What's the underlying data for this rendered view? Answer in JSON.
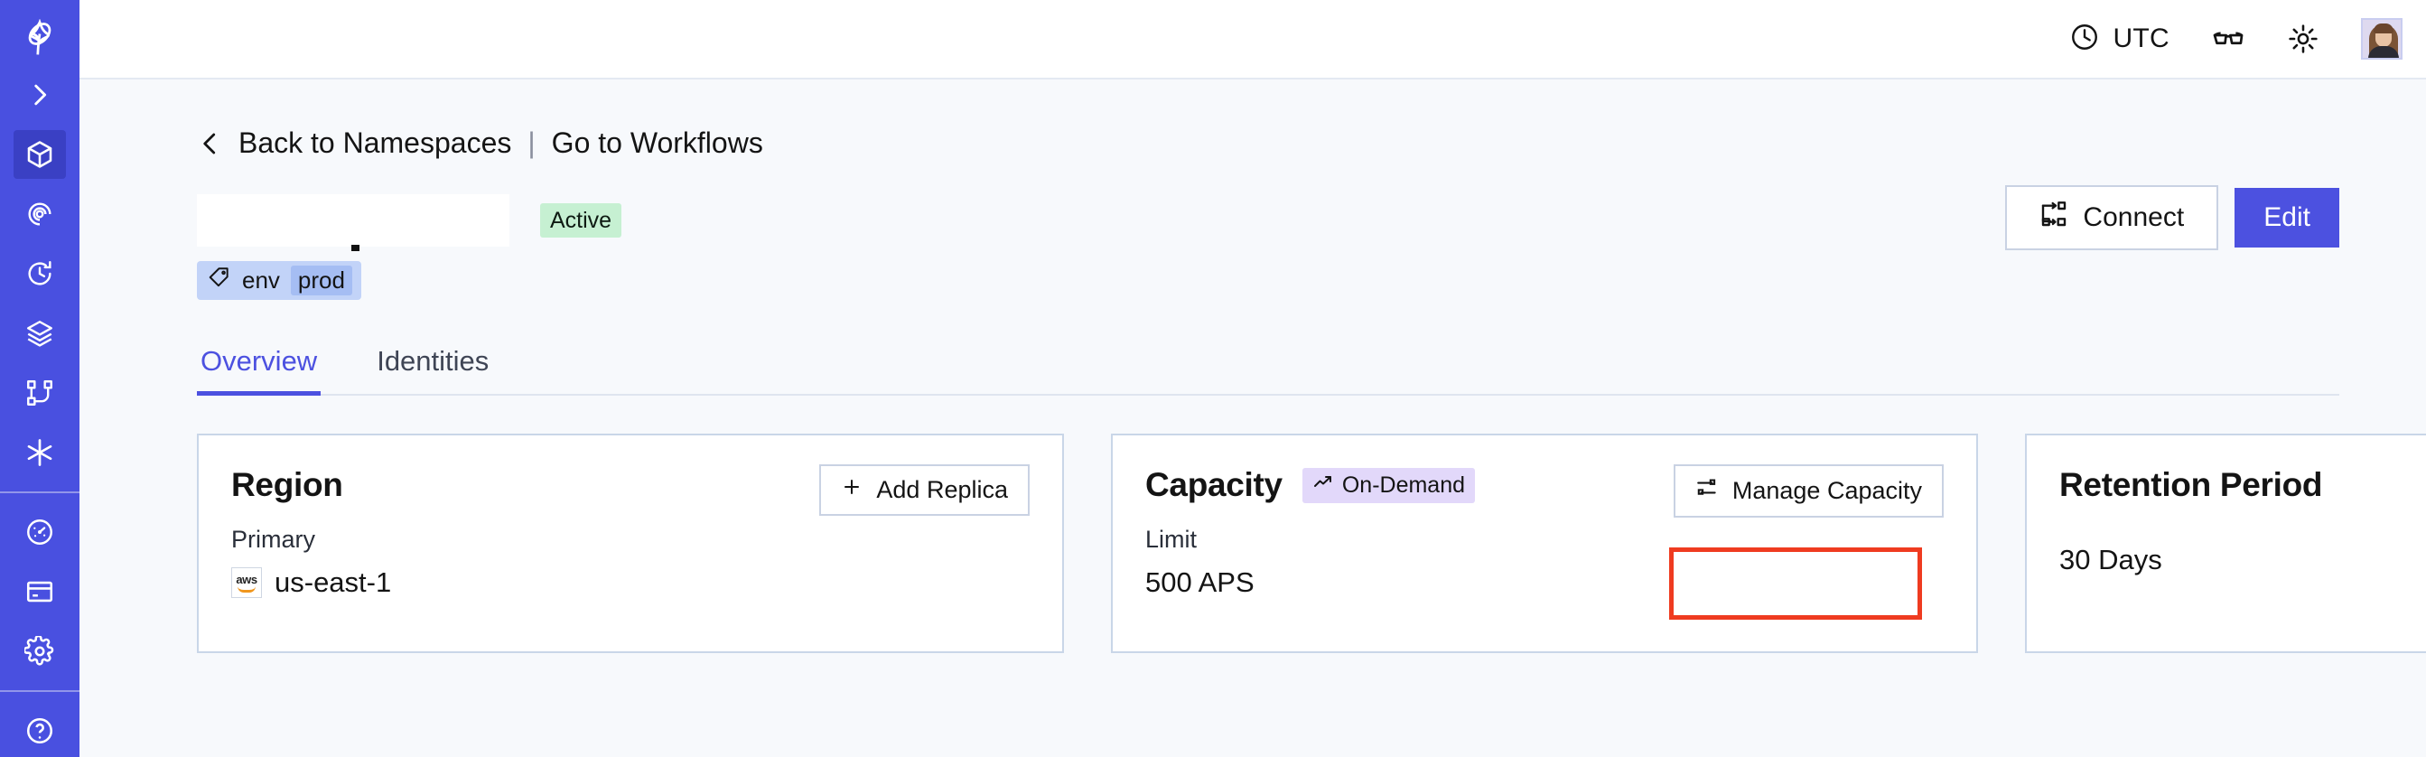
{
  "sidebar": {
    "logo_icon": "temporal-logo-icon",
    "items": [
      {
        "icon": "chevron-right-icon",
        "name": "expand-sidebar",
        "active": false
      },
      {
        "icon": "cube-icon",
        "name": "namespaces",
        "active": true
      },
      {
        "icon": "eye-spiral-icon",
        "name": "observability",
        "active": false
      },
      {
        "icon": "history-clock-icon",
        "name": "history",
        "active": false
      },
      {
        "icon": "layers-icon",
        "name": "layers",
        "active": false
      },
      {
        "icon": "git-branch-icon",
        "name": "workflows",
        "active": false
      },
      {
        "icon": "asterisk-icon",
        "name": "integrations",
        "active": false
      },
      {
        "icon": "gauge-icon",
        "name": "usage",
        "active": false
      },
      {
        "icon": "credit-card-icon",
        "name": "billing",
        "active": false
      },
      {
        "icon": "gear-icon",
        "name": "settings",
        "active": false
      }
    ]
  },
  "topbar": {
    "timezone_icon": "clock-icon",
    "timezone": "UTC",
    "glasses_icon": "glasses-icon",
    "theme_icon": "sun-icon",
    "avatar_icon": "user-avatar"
  },
  "breadcrumb": {
    "back_icon": "chevron-left-icon",
    "back_label": "Back to Namespaces",
    "separator": "|",
    "forward_label": "Go to Workflows"
  },
  "header": {
    "title": "",
    "status": "Active",
    "tag": {
      "icon": "tag-icon",
      "key": "env",
      "value": "prod"
    },
    "connect_label": "Connect",
    "connect_icon": "connect-icon",
    "edit_label": "Edit"
  },
  "tabs": [
    {
      "label": "Overview",
      "active": true
    },
    {
      "label": "Identities",
      "active": false
    }
  ],
  "cards": {
    "region": {
      "title": "Region",
      "button_label": "Add Replica",
      "button_icon": "plus-icon",
      "sublabel": "Primary",
      "provider_icon": "aws-logo",
      "provider_text": "aws",
      "value": "us-east-1"
    },
    "capacity": {
      "title": "Capacity",
      "badge_icon": "trend-up-icon",
      "badge_label": "On-Demand",
      "button_label": "Manage Capacity",
      "button_icon": "sliders-icon",
      "sublabel": "Limit",
      "value": "500 APS"
    },
    "retention": {
      "title": "Retention Period",
      "value": "30 Days"
    }
  },
  "colors": {
    "sidebar_bg": "#4950e0",
    "sidebar_active": "#3a40c4",
    "accent": "#4c51e0",
    "page_bg": "#f7f9fc",
    "status_green": "#c6f0d2",
    "tag_blue": "#c2d3f8",
    "badge_purple": "#e2d8fa",
    "highlight_red": "#ef3b20"
  }
}
